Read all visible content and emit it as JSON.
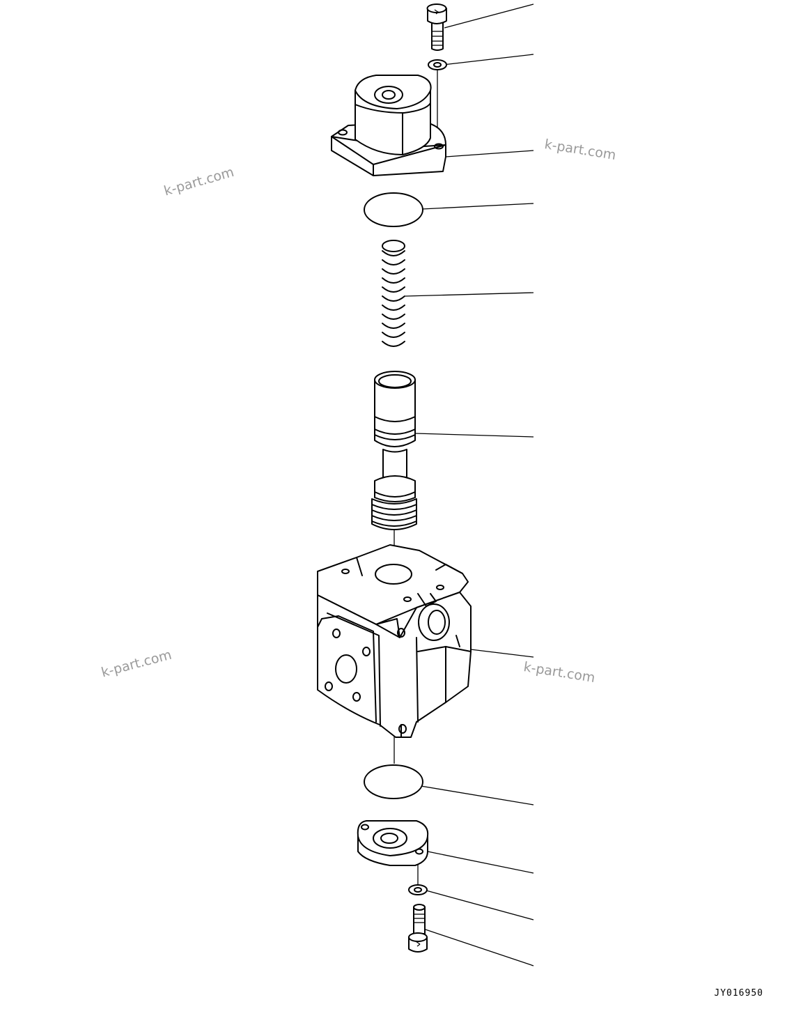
{
  "diagram": {
    "drawing_code": "JY016950",
    "watermarks": [
      "k-part.com",
      "k-part.com",
      "k-part.com",
      "k-part.com"
    ]
  }
}
